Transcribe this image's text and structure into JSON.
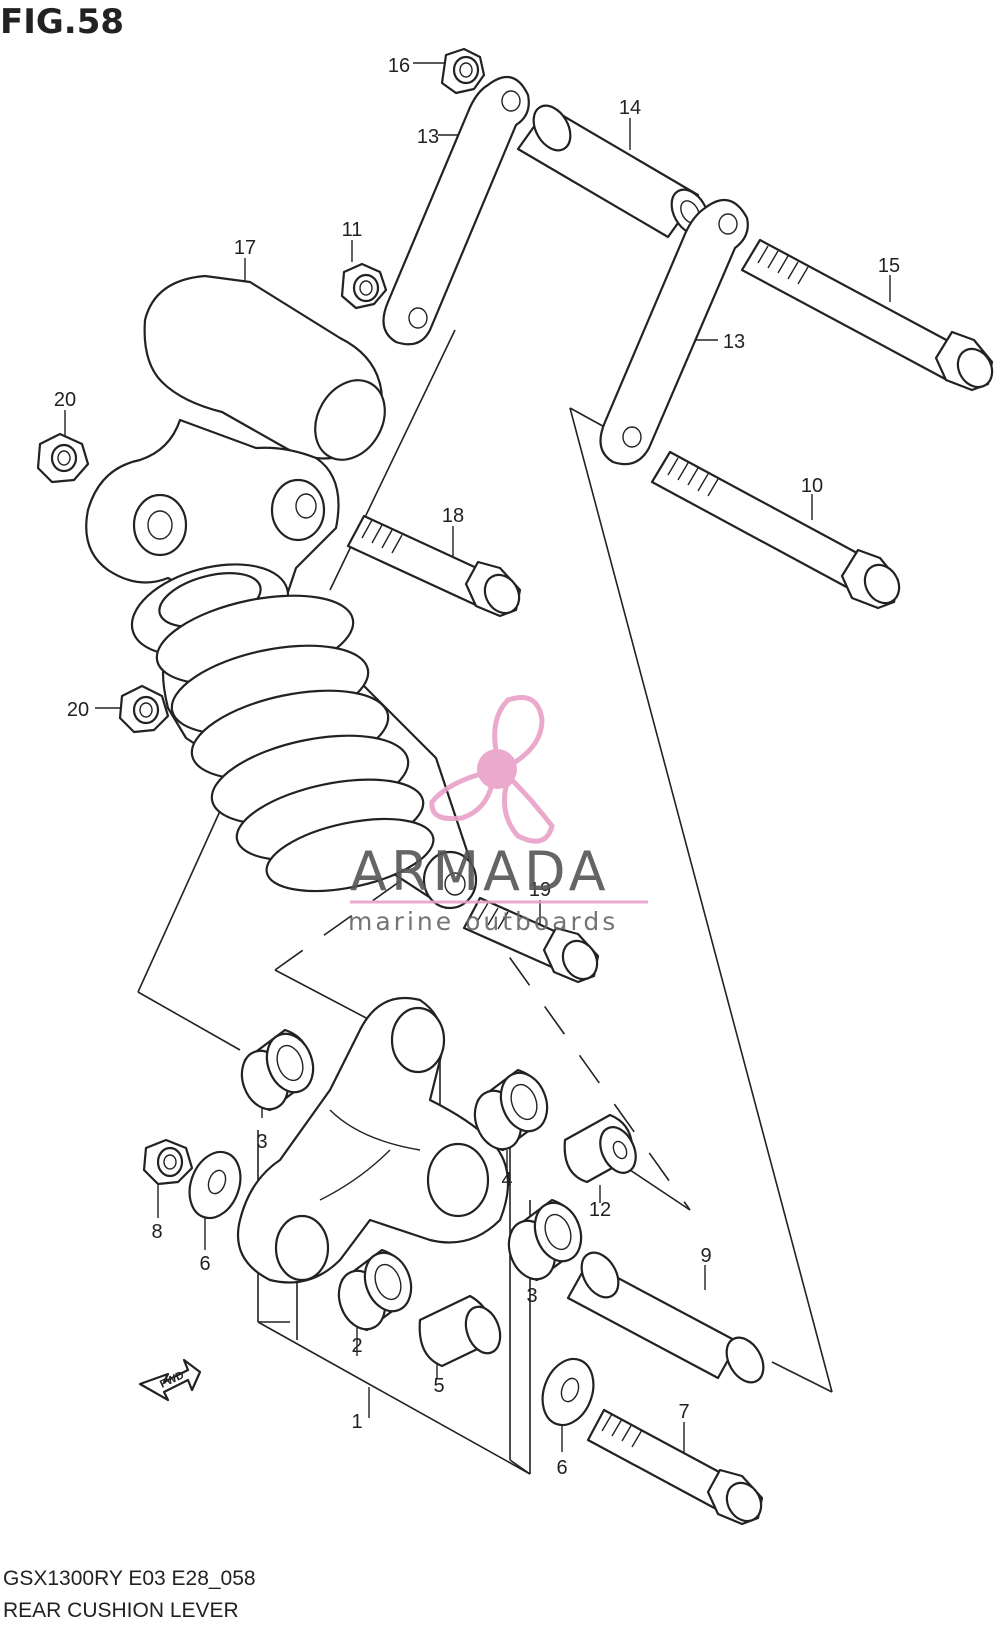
{
  "figure": {
    "title": "FIG.58",
    "code": "GSX1300RY E03 E28_058",
    "name": "REAR CUSHION LEVER"
  },
  "callouts": [
    "1",
    "2",
    "3",
    "3",
    "4",
    "5",
    "6",
    "6",
    "7",
    "8",
    "9",
    "10",
    "11",
    "12",
    "13",
    "13",
    "14",
    "15",
    "16",
    "17",
    "18",
    "19",
    "20",
    "20"
  ],
  "fwd_marker": "FWD",
  "watermark": {
    "brand": "ARMADA",
    "tagline": "marine outboards",
    "color": "#e8a0c8"
  }
}
